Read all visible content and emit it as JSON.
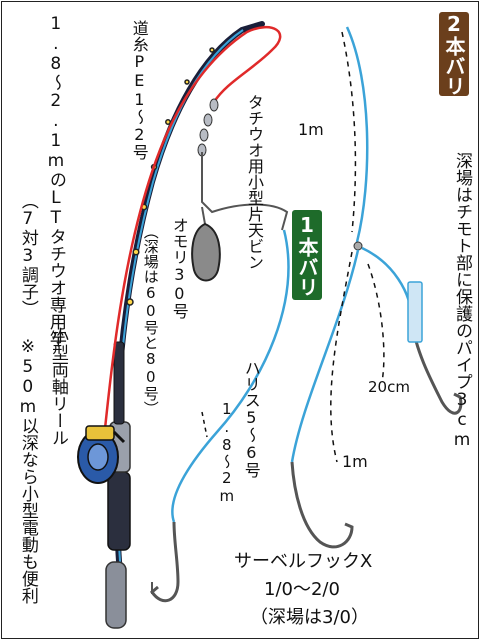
{
  "colors": {
    "line_blue": "#3ba3d8",
    "braid_red": "#e02a2a",
    "rod_dark": "#1a1f3a",
    "badge_brown": "#6b3f1c",
    "badge_green": "#1e6b2a",
    "reel_blue": "#2a5aa8",
    "reel_gold": "#e8c23a",
    "sinker_gray": "#8a8a8a",
    "pipe_blue": "#cfe6f5"
  },
  "labels": {
    "rod": "1.8〜2.1mのLTタチウオ専用竿",
    "rod_action": "（7対3調子）",
    "main_line": "道糸PE1〜2号",
    "reel": "小型両軸リール",
    "reel_note": "※50m以深なら小型電動も便利",
    "tenbin": "タチウオ用小型片天ビン",
    "sinker": "オモリ30号",
    "sinker_note": "（深場は60号と80号）",
    "harisu": "ハリス5〜6号",
    "harisu_length": "1.8〜2m",
    "len_1m_top": "1m",
    "len_1m_bottom": "1m",
    "len_20cm": "20cm",
    "pipe_note": "深場はチモト部に保護のパイプ3cm",
    "hook": "サーベルフックX",
    "hook_size": "1/0〜2/0",
    "hook_deep": "（深場は3/0）",
    "badge_two_hooks": "2本バリ",
    "badge_one_hook": "1本バリ"
  }
}
